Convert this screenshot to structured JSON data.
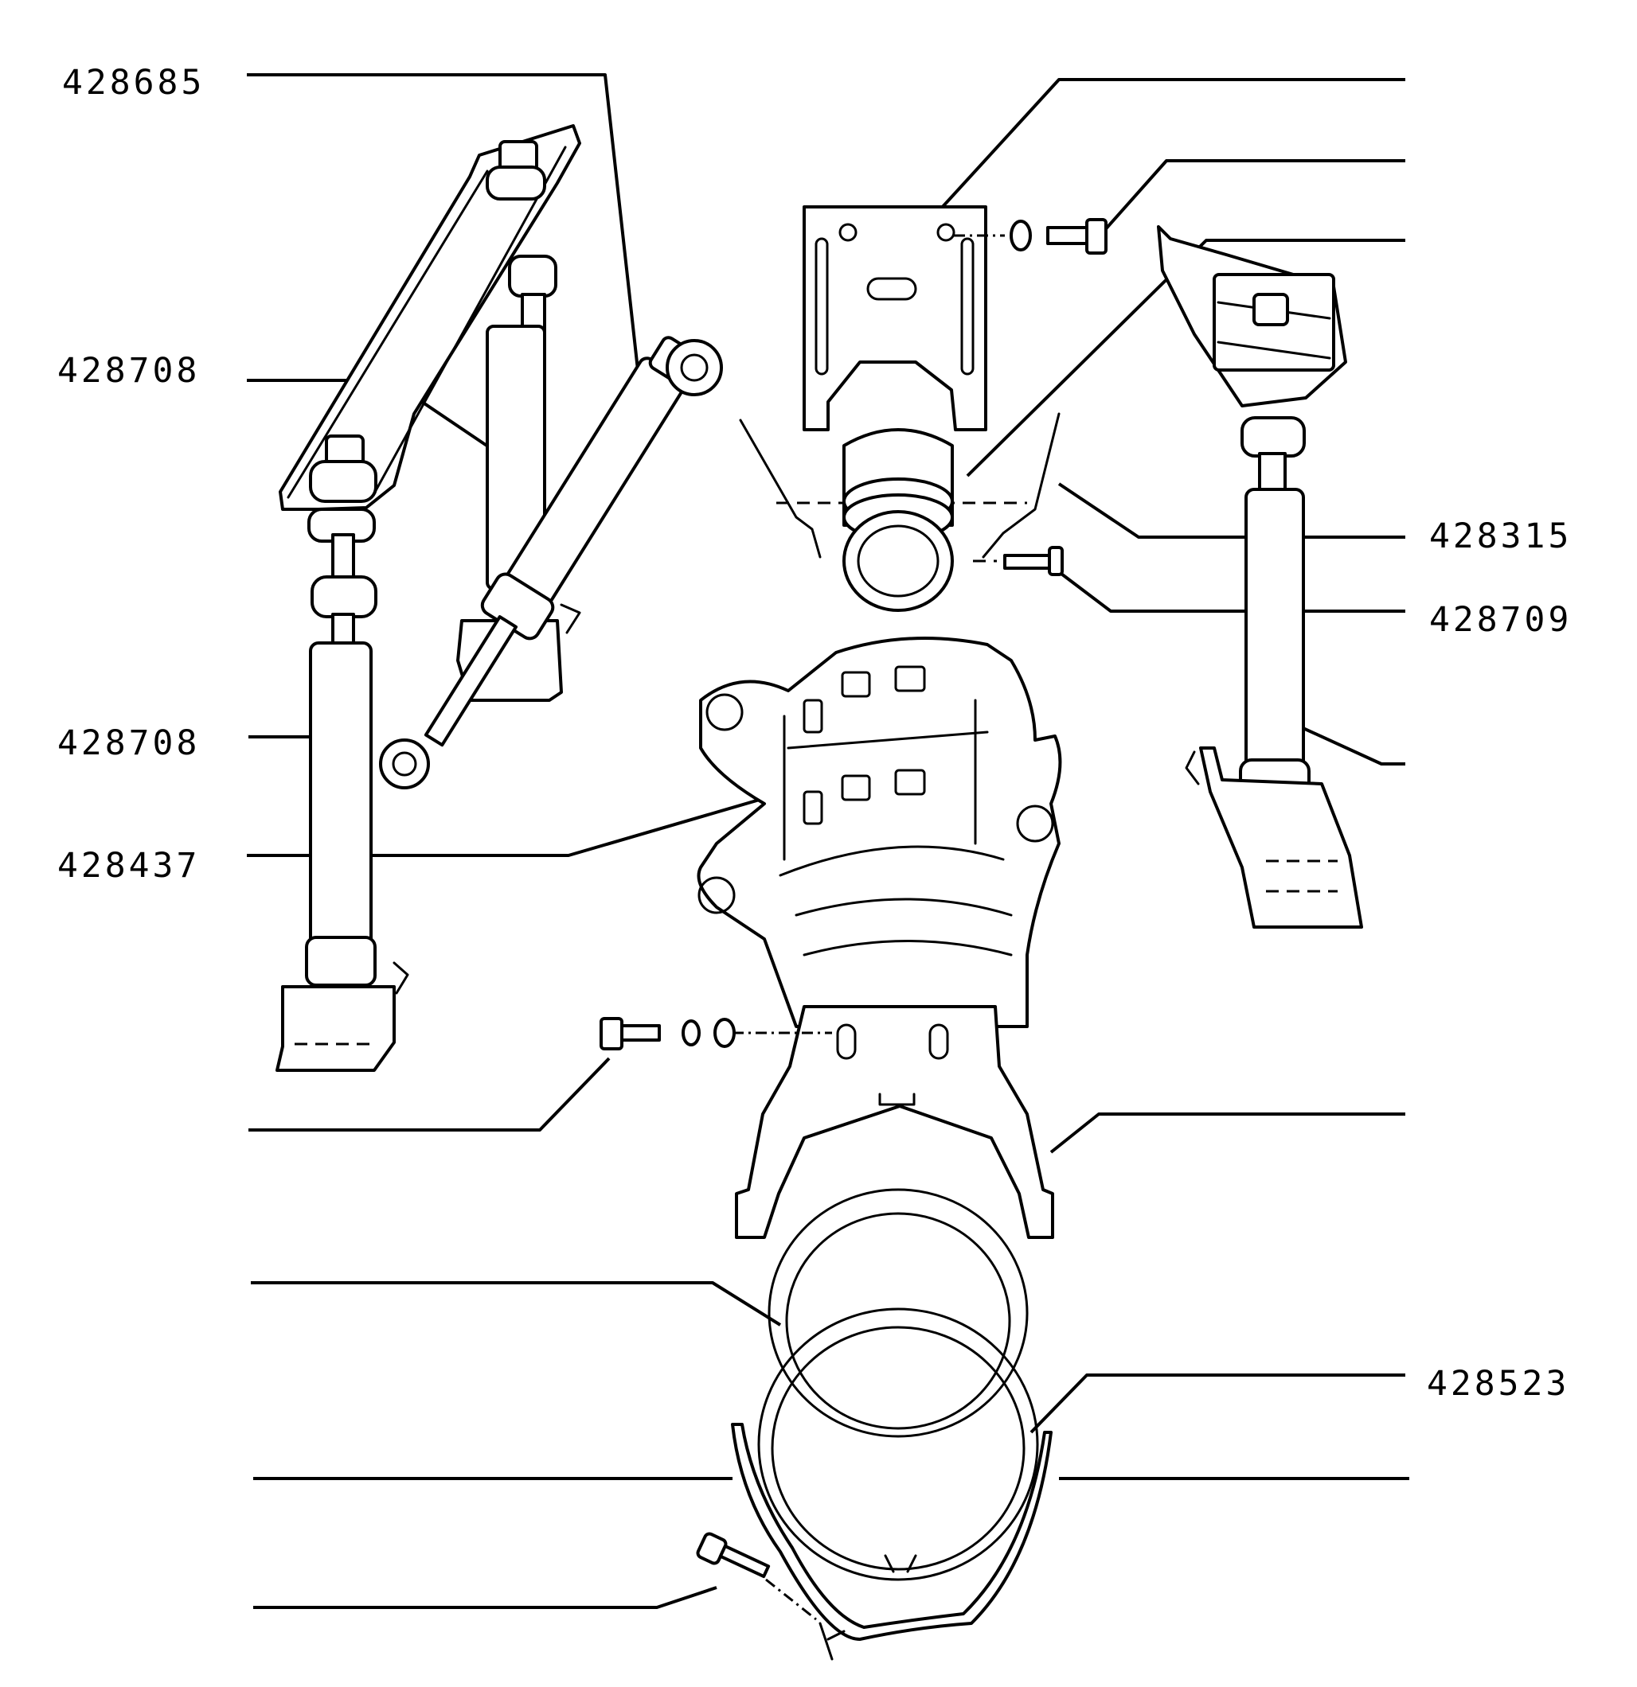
{
  "labels": {
    "top_left": "428685",
    "left_upper": "428708",
    "left_middle": "428708",
    "left_lower": "428437",
    "right_upper": "428315",
    "right_middle": "428709",
    "right_lower": "428523"
  },
  "colors": {
    "ink": "#000000",
    "paper": "#ffffff"
  }
}
